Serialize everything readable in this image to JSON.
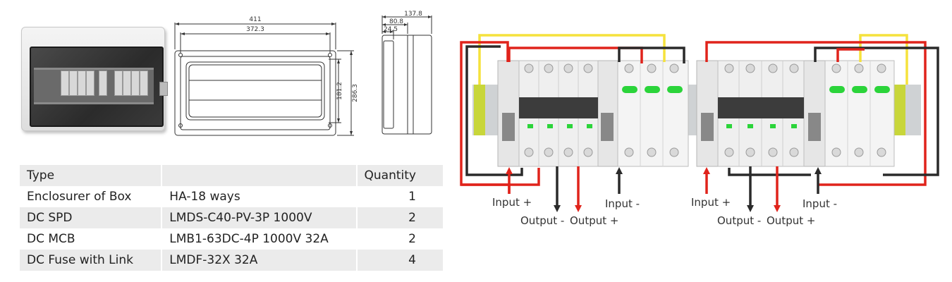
{
  "drawing_front": {
    "width_outer": "411",
    "width_inner": "372.3",
    "height_inner": "181.2",
    "height_outer": "286.3"
  },
  "drawing_side": {
    "depth_outer": "137.8",
    "depth_mid": "80.8",
    "depth_inner": "24.5"
  },
  "table": {
    "headers": [
      "Type",
      "",
      "Quantity"
    ],
    "rows": [
      {
        "type": "Enclosurer of Box",
        "model": "HA-18 ways",
        "qty": "1"
      },
      {
        "type": "DC SPD",
        "model": "LMDS-C40-PV-3P 1000V",
        "qty": "2"
      },
      {
        "type": "DC MCB",
        "model": "LMB1-63DC-4P 1000V 32A",
        "qty": "2"
      },
      {
        "type": "DC Fuse with Link",
        "model": "LMDF-32X 32A",
        "qty": "4"
      }
    ]
  },
  "wiring": {
    "labels": {
      "input_plus_1": "Input +",
      "input_minus_1": "Input -",
      "output_minus_1": "Output -",
      "output_plus_1": "Output +",
      "input_plus_2": "Input +",
      "input_minus_2": "Input -",
      "output_minus_2": "Output -",
      "output_plus_2": "Output +"
    },
    "colors": {
      "positive": "#e0231b",
      "negative": "#2a2a2a",
      "earth": "#f5e23c",
      "indicator": "#2bd43a"
    }
  }
}
